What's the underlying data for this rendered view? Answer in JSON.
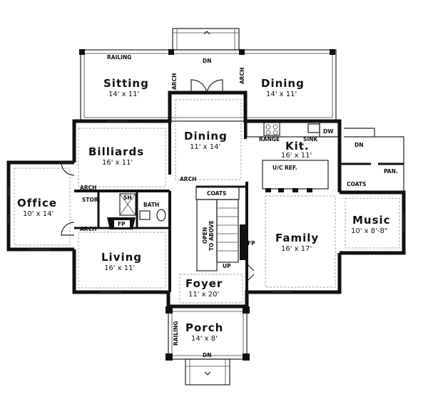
{
  "rooms": {
    "sitting": {
      "name": "Sitting",
      "size": "14' x 11'"
    },
    "dining_top": {
      "name": "Dining",
      "size": "14' x 11'"
    },
    "dining": {
      "name": "Dining",
      "size": "11' x 14'"
    },
    "billiards": {
      "name": "Billiards",
      "size": "16' x 11'"
    },
    "kit": {
      "name": "Kit.",
      "size": "16' x 11'"
    },
    "office": {
      "name": "Office",
      "size": "10' x 14'"
    },
    "living": {
      "name": "Living",
      "size": "16' x 11'"
    },
    "family": {
      "name": "Family",
      "size": "16' x 17'"
    },
    "music": {
      "name": "Music",
      "size": "10' x 8'-8\""
    },
    "foyer": {
      "name": "Foyer",
      "size": "11' x 20'"
    },
    "porch": {
      "name": "Porch",
      "size": "14' x 8'"
    }
  },
  "labels": {
    "railing_top": "RAILING",
    "railing_porch": "RAILING",
    "dn_top": "DN",
    "dn_bottom": "DN",
    "dn_right": "DN",
    "arch_top_left": "ARCH",
    "arch_top_right": "ARCH",
    "arch_mid": "ARCH",
    "arch_office_top": "ARCH",
    "arch_office_bottom": "ARCH",
    "range": "RANGE",
    "sink": "SINK",
    "dw": "DW",
    "uc_ref": "U/C REF.",
    "pan": "PAN.",
    "coats_right": "COATS",
    "coats_stair": "COATS",
    "sh": "SH",
    "stor": "STOR.",
    "bath": "BATH",
    "fp_living": "FP",
    "fp_family": "FP",
    "up": "UP",
    "open_line1": "OPEN",
    "open_line2": "TO ABOVE"
  }
}
